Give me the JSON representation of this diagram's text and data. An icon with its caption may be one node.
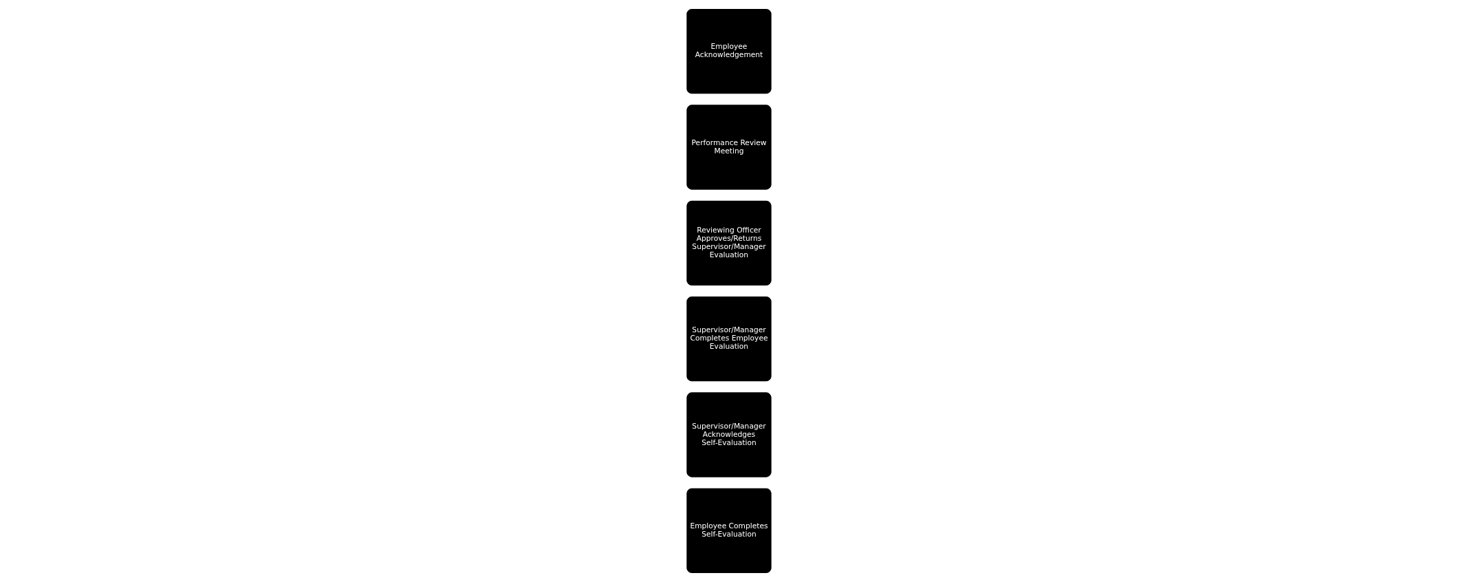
{
  "diagram": {
    "nodes": [
      {
        "text": [
          "Employee Completes Self-Evaluation"
        ]
      },
      {
        "text": [
          "Supervisor/Manager Acknowledges Self-Evaluation"
        ]
      },
      {
        "text": [
          "Supervisor/Manager Completes Employee Evaluation"
        ]
      },
      {
        "text": [
          "Reviewing Officer Approves/Returns Supervisor/Manager Evaluation"
        ]
      },
      {
        "text": [
          "Performance Review Meeting"
        ]
      },
      {
        "text": [
          "Employee Acknowledgement"
        ]
      }
    ],
    "edges": []
  }
}
